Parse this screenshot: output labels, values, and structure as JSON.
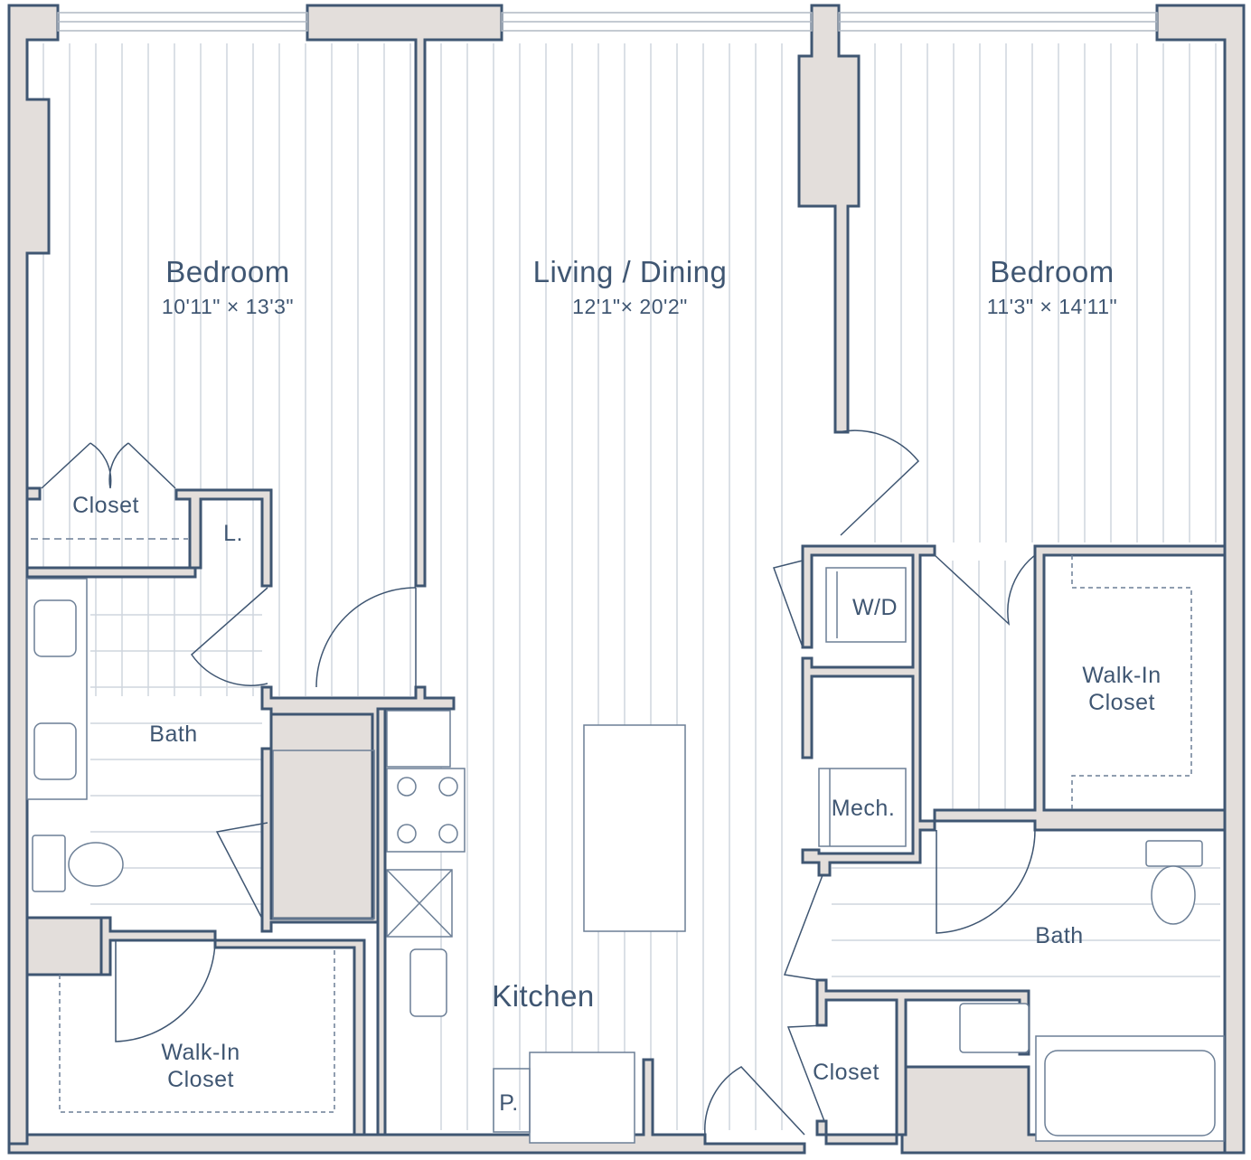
{
  "plan": {
    "rooms": {
      "bedroom_left": {
        "name": "Bedroom",
        "dims": "10'11\" × 13'3\""
      },
      "living_dining": {
        "name": "Living / Dining",
        "dims": "12'1\"× 20'2\""
      },
      "bedroom_right": {
        "name": "Bedroom",
        "dims": "11'3\" × 14'11\""
      },
      "closet_left": {
        "name": "Closet"
      },
      "linen": {
        "name": "L."
      },
      "bath_left": {
        "name": "Bath"
      },
      "walkin_left": {
        "name_line1": "Walk-In",
        "name_line2": "Closet"
      },
      "kitchen": {
        "name": "Kitchen"
      },
      "pantry": {
        "name": "P."
      },
      "washer_dryer": {
        "name": "W/D"
      },
      "mechanical": {
        "name": "Mech."
      },
      "walkin_right": {
        "name_line1": "Walk-In",
        "name_line2": "Closet"
      },
      "bath_right": {
        "name": "Bath"
      },
      "closet_right": {
        "name": "Closet"
      }
    },
    "colors": {
      "wall_fill": "#e3dedb",
      "wall_line": "#3f5672",
      "floor_line": "#cfd6de",
      "fixture_line": "#6c7f96",
      "text": "#3f5672"
    }
  }
}
